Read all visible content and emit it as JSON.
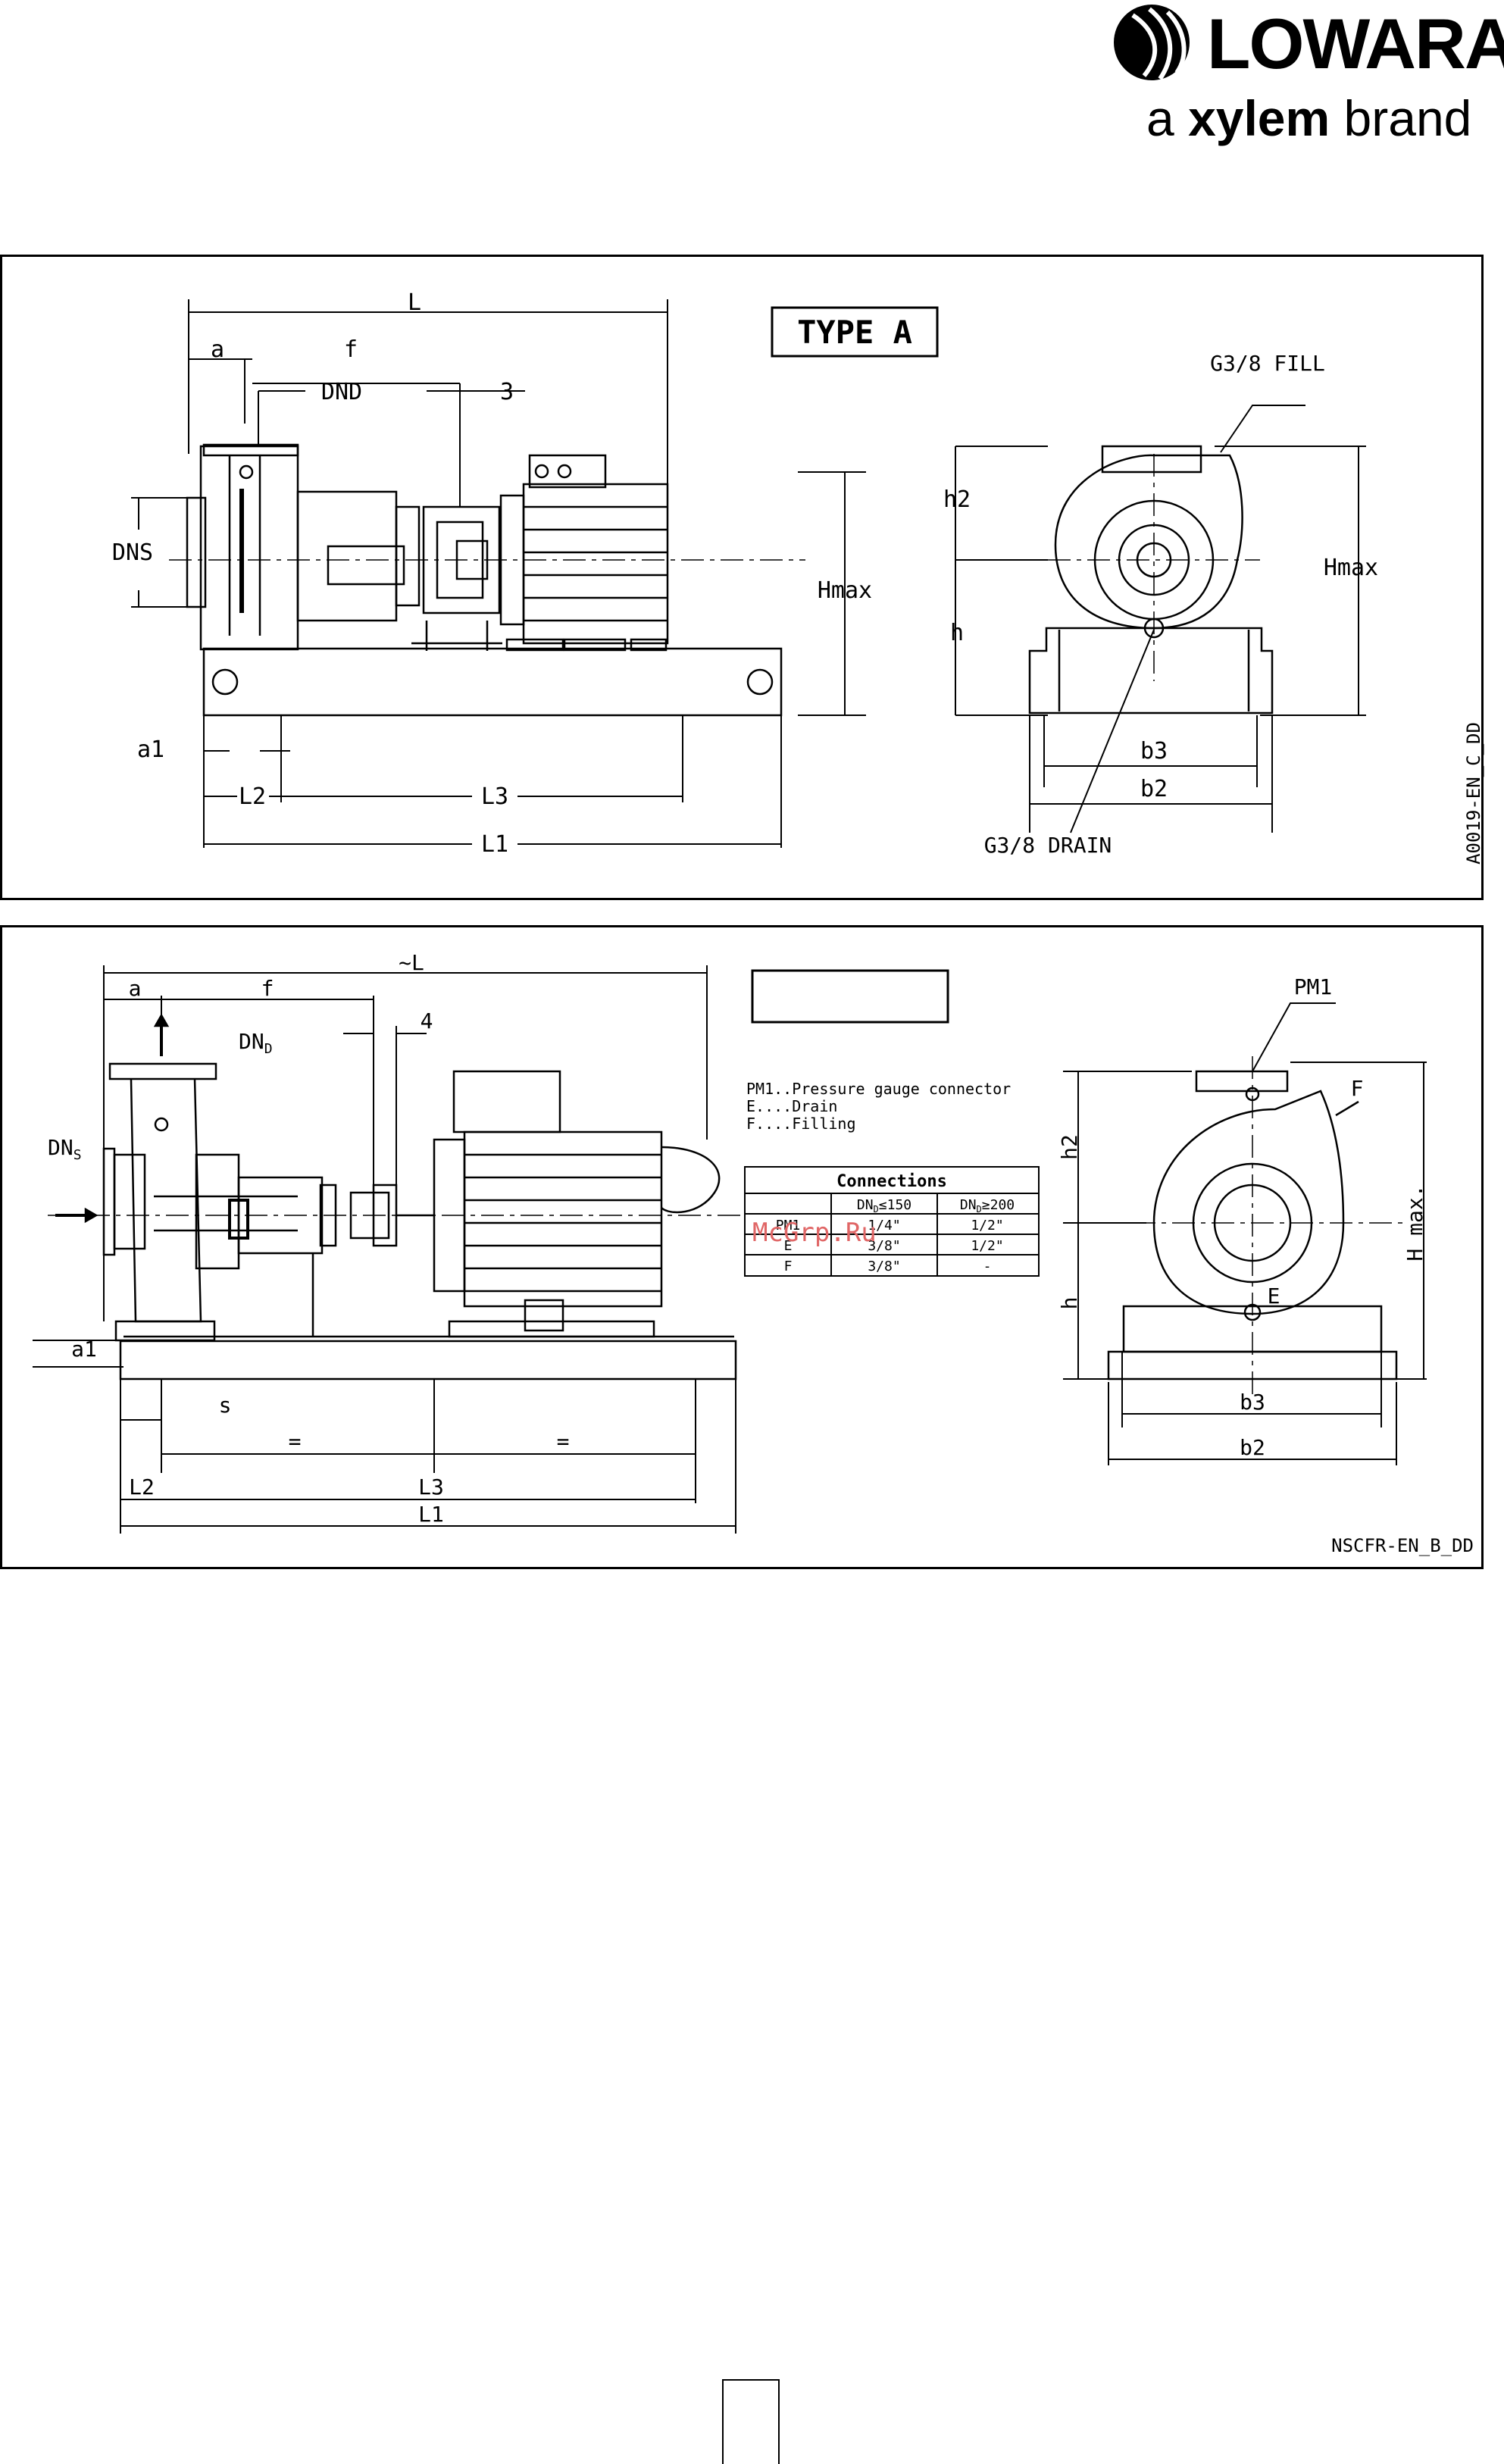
{
  "brand": {
    "name": "LOWARA",
    "tagline_prefix": "a",
    "tagline_bold": "xylem",
    "tagline_suffix": "brand"
  },
  "panel_a": {
    "type_label": "TYPE A",
    "dims": {
      "L": "L",
      "a": "a",
      "f": "f",
      "DND": "DND",
      "num3": "3",
      "DNS": "DNS",
      "Hmax": "Hmax",
      "a1": "a1",
      "L2": "L2",
      "L3": "L3",
      "L1": "L1",
      "h2": "h2",
      "h": "h",
      "Hmax_side": "Hmax",
      "b3": "b3",
      "b2": "b2"
    },
    "fill_label": "G3/8 FILL",
    "drain_label": "G3/8 DRAIN",
    "drawing_code": "A0019-EN_C_DD"
  },
  "panel_b": {
    "type_label": "",
    "dims": {
      "L": "~L",
      "a": "a",
      "f": "f",
      "num4": "4",
      "DND": "DN",
      "DND_sub": "D",
      "DNS": "DN",
      "DNS_sub": "S",
      "a1": "a1",
      "s": "s",
      "eq1": "=",
      "eq2": "=",
      "L2": "L2",
      "L3": "L3",
      "L1": "L1",
      "PM1": "PM1",
      "F": "F",
      "E": "E",
      "h2": "h2",
      "h": "h",
      "Hmax": "H max.",
      "b3": "b3",
      "b2": "b2"
    },
    "legend": [
      "PM1..Pressure gauge connector",
      "E....Drain",
      "F....Filling"
    ],
    "connections": {
      "title": "Connections",
      "headers": [
        "",
        "DN",
        "DN"
      ],
      "header_subs": [
        "",
        "D",
        "D"
      ],
      "header_suffix": [
        "",
        "≤150",
        "≥200"
      ],
      "rows": [
        [
          "PM1",
          "1/4\"",
          "1/2\""
        ],
        [
          "E",
          "3/8\"",
          "1/2\""
        ],
        [
          "F",
          "3/8\"",
          "-"
        ]
      ]
    },
    "watermark": "McGrp.Ru",
    "drawing_code": "NSCFR-EN_B_DD"
  }
}
